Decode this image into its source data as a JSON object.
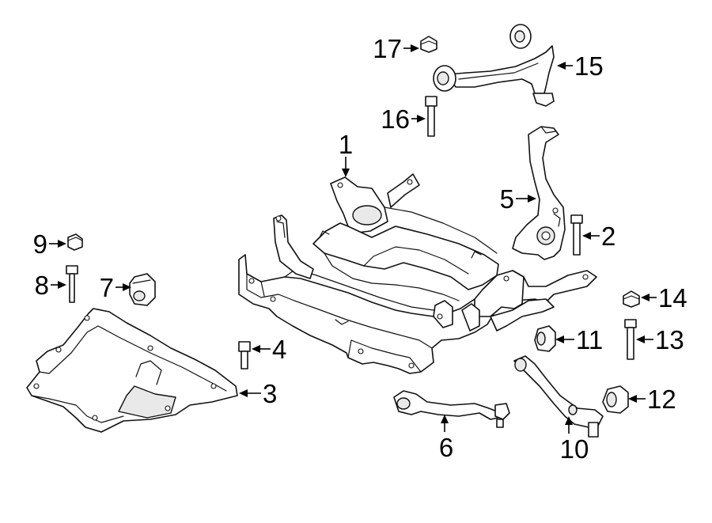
{
  "figure": {
    "type": "parts-diagram",
    "background": "#ffffff",
    "line_color": "#111111"
  },
  "callouts": {
    "c1": "1",
    "c2": "2",
    "c3": "3",
    "c4": "4",
    "c5": "5",
    "c6": "6",
    "c7": "7",
    "c8": "8",
    "c9": "9",
    "c10": "10",
    "c11": "11",
    "c12": "12",
    "c13": "13",
    "c14": "14",
    "c15": "15",
    "c16": "16",
    "c17": "17"
  }
}
